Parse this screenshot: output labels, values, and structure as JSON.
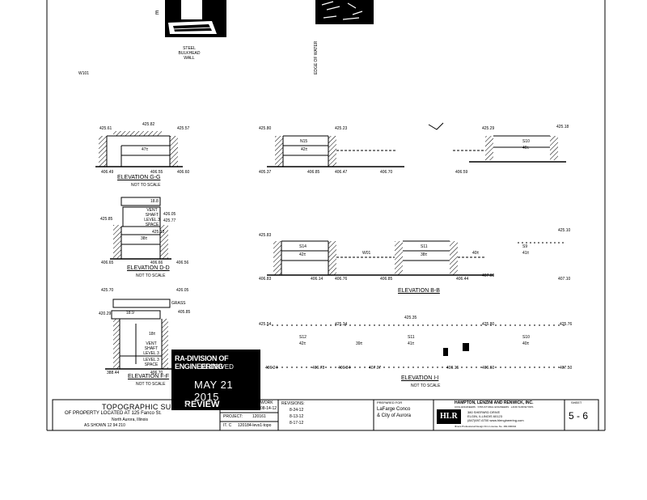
{
  "top": {
    "letter_e": "E",
    "steel_bulkhead": "STEEL BULKHEAD WALL",
    "label_w101": "W101",
    "vertical_label": "EDGE OF WATER"
  },
  "elevations": {
    "g": {
      "title": "ELEVATION G-G",
      "scale": "NOT TO SCALE",
      "center": "47±",
      "left_top": "425.61",
      "top": "425.82",
      "right_top": "425.57",
      "left_bot": "406.49",
      "mid_bot": "406.55",
      "right_bot": "406.60"
    },
    "d": {
      "title": "ELEVATION D-D",
      "scale": "NOT TO SCALE",
      "top": "18.8",
      "note": "VENT SHAFT LEVEL 3 SPACE",
      "left_top": "425.85",
      "mid": "425.13",
      "right_top": "426.05",
      "right_top2": "425.77",
      "center": "38±",
      "left_bot": "406.65",
      "mid_bot": "406.66",
      "right_bot": "406.56"
    },
    "f": {
      "title": "ELEVATION F-F",
      "scale": "NOT TO SCALE",
      "left_top": "425.70",
      "right_top": "426.05",
      "grass": "GRASS",
      "left_mid": "420.29",
      "right_mid": "405.85",
      "box": "18.9",
      "w": "18±",
      "note": "VENT SHAFT LEVEL 3",
      "level": "LEVEL 3 SPACE",
      "bot": "388.44",
      "bot2": "406.70"
    },
    "top_row": {
      "l1": "425.80",
      "l2": "425.23",
      "box1": "N15",
      "c1": "42±",
      "l3": "405.37",
      "l4": "406.85",
      "l5": "406.47",
      "l6": "406.70",
      "r1": "406.59",
      "r_box": "S10",
      "r_c": "40±",
      "r_top": "425.29",
      "r_top2": "425.18"
    },
    "b": {
      "title": "ELEVATION B-B",
      "l1": "425.83",
      "a": "S14",
      "b": "42±",
      "m": "W01",
      "c": "S11",
      "d": "38±",
      "e": "40±",
      "l2": "406.83",
      "l3": "406.14",
      "l4": "406.76",
      "l5": "406.85",
      "l6": "406.44",
      "l7": "407.09",
      "r1": "425.10",
      "r2": "S9",
      "r3": "41±",
      "r4": "407.10"
    },
    "i": {
      "title": "ELEVATION I-I",
      "scale": "NOT TO SCALE",
      "l1": "425.54",
      "l2": "425.34",
      "top_mid": "425.35",
      "r_top": "425.80",
      "r_top2": "425.76",
      "a": "S12",
      "b": "42±",
      "c": "39±",
      "d": "S11",
      "e": "41±",
      "f": "S10",
      "g": "40±",
      "bot1": "406.24",
      "bot2": "406.78",
      "bot3": "406.84",
      "bot4": "407.07",
      "bot5": "406.15",
      "bot6": "406.60",
      "bot7": "407.50"
    }
  },
  "stamp": {
    "line1": "RA-DIVISION OF ENGINEERING",
    "line2": "RECEIVED",
    "date": "MAY 21 2015",
    "review": "REVIEW"
  },
  "title_block": {
    "title": "TOPOGRAPHIC SURVEY",
    "line2": "OF PROPERTY LOCATED AT 125 Fanco St.",
    "line3": "North Aurora, Illinois",
    "line4": "AS SHOWN  12  94 210",
    "work_label": "WORK",
    "work_date": "08-14-12",
    "project_label": "PROJECT:",
    "project_no": "120161",
    "file_label": "IT. C",
    "file_name": "120184-levs1-topo",
    "revisions_label": "REVISIONS:",
    "revisions": [
      "8-24-12",
      "8-13-12",
      "8-17-12"
    ],
    "prepared_for_label": "PREPARED FOR",
    "client1": "LaFarge Conco",
    "client2": "& City of Aurora",
    "firm_name": "HAMPTON, LENZINI AND RENWICK, INC.",
    "firm_sub": "CIVIL ENGINEERS · STRUCTURAL ENGINEERS · LAND SURVEYORS",
    "firm_addr1": "380 SHEPARD DRIVE",
    "firm_addr2": "ELGIN, ILLINOIS 60123",
    "firm_phone": "(847)697-6700   www.hlengineering.com",
    "firm_lic": "Illinois Professional Design Firm License No. 184-000042",
    "logo": "HLR",
    "sheet_label": "SHEET",
    "sheet_no": "5 - 6"
  }
}
